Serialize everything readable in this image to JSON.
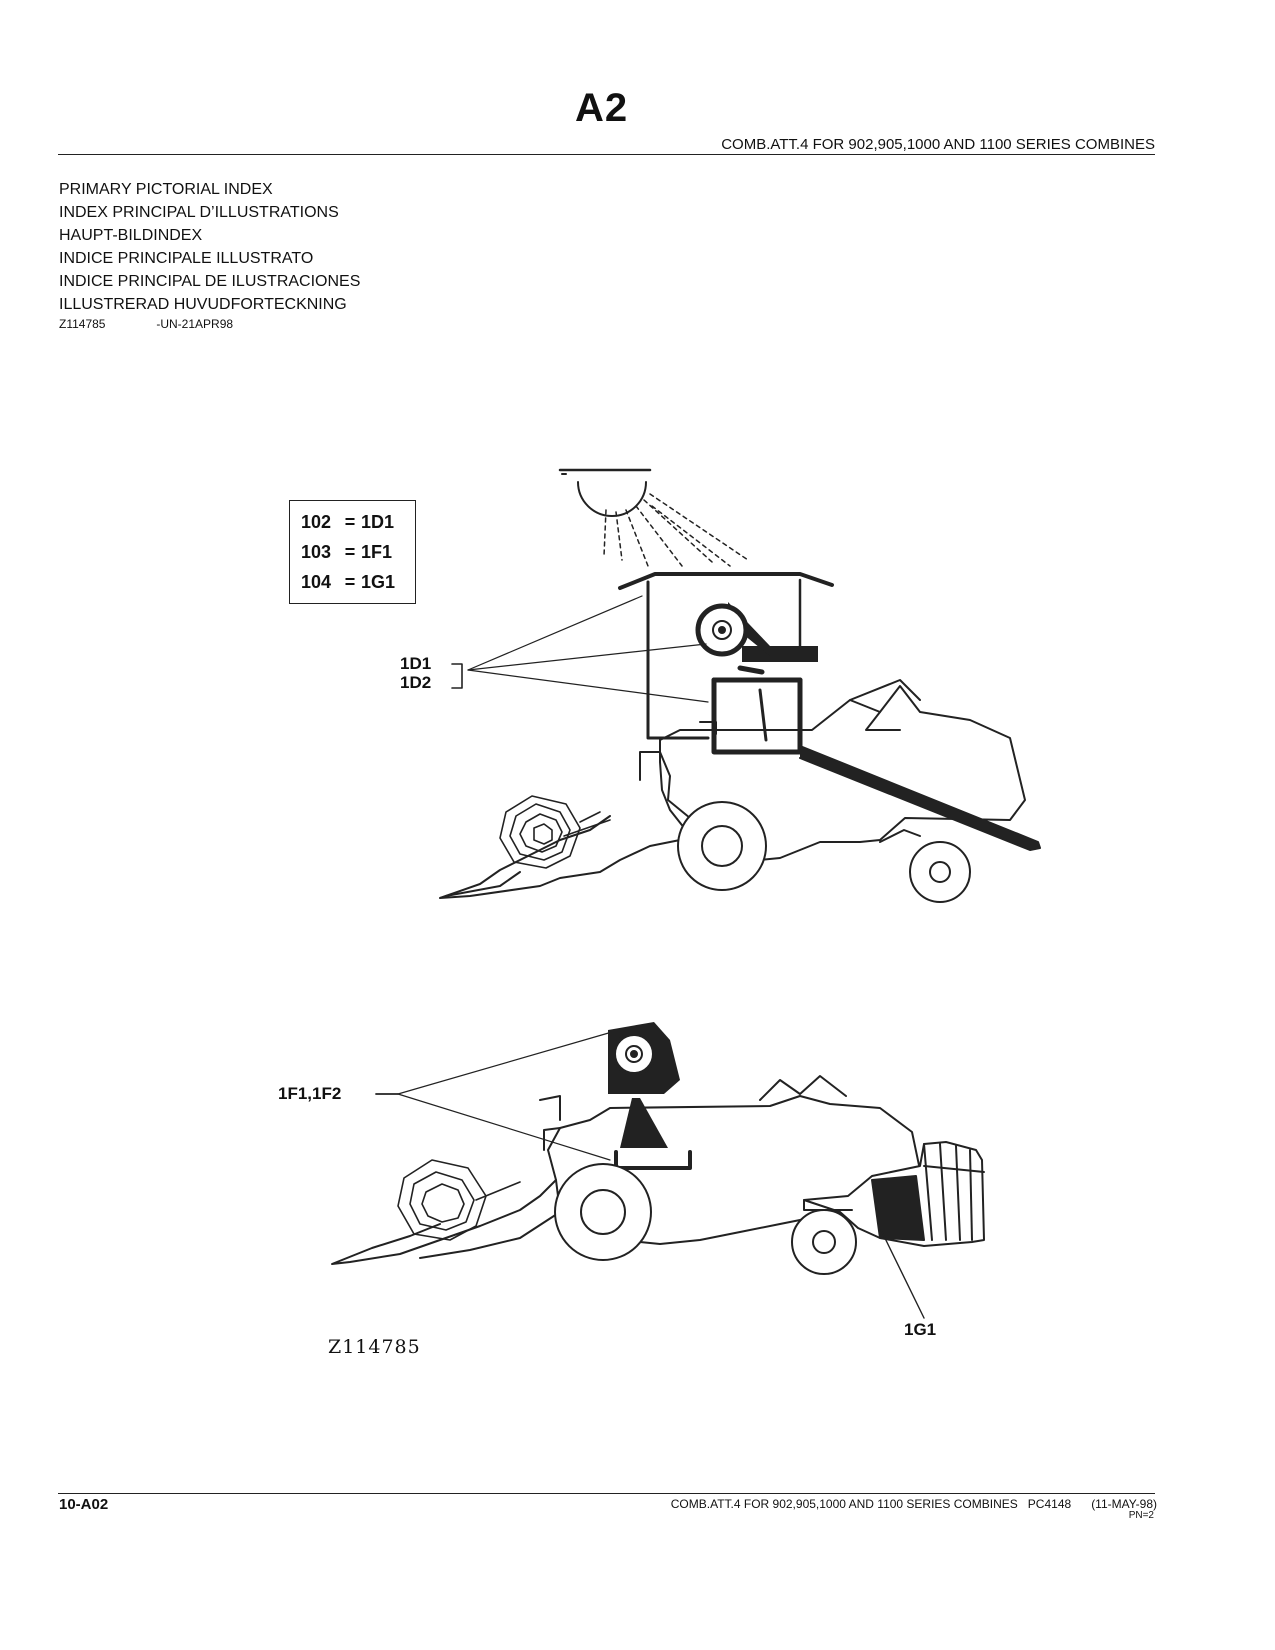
{
  "header": {
    "section_code": "A2",
    "title": "COMB.ATT.4 FOR 902,905,1000 AND 1100 SERIES COMBINES"
  },
  "index_titles": [
    "PRIMARY PICTORIAL INDEX",
    "INDEX PRINCIPAL D’ILLUSTRATIONS",
    "HAUPT-BILDINDEX",
    "INDICE PRINCIPALE ILLUSTRATO",
    "INDICE PRINCIPAL DE ILUSTRACIONES",
    "ILLUSTRERAD HUVUDFORTECKNING"
  ],
  "image_ref": {
    "id": "Z114785",
    "code": "-UN-21APR98"
  },
  "legend": [
    {
      "key": "102",
      "value": "1D1"
    },
    {
      "key": "103",
      "value": "1F1"
    },
    {
      "key": "104",
      "value": "1G1"
    }
  ],
  "callouts": {
    "top_first": "1D1",
    "top_second": "1D2",
    "bottom_cab": "1F1,1F2",
    "bottom_chopper": "1G1"
  },
  "figure_ref": "Z114785",
  "footer": {
    "page_code": "10-A02",
    "title": "COMB.ATT.4 FOR 902,905,1000 AND 1100 SERIES COMBINES",
    "catalog": "PC4148",
    "date": "(11-MAY-98)",
    "page_number": "PN=2"
  }
}
